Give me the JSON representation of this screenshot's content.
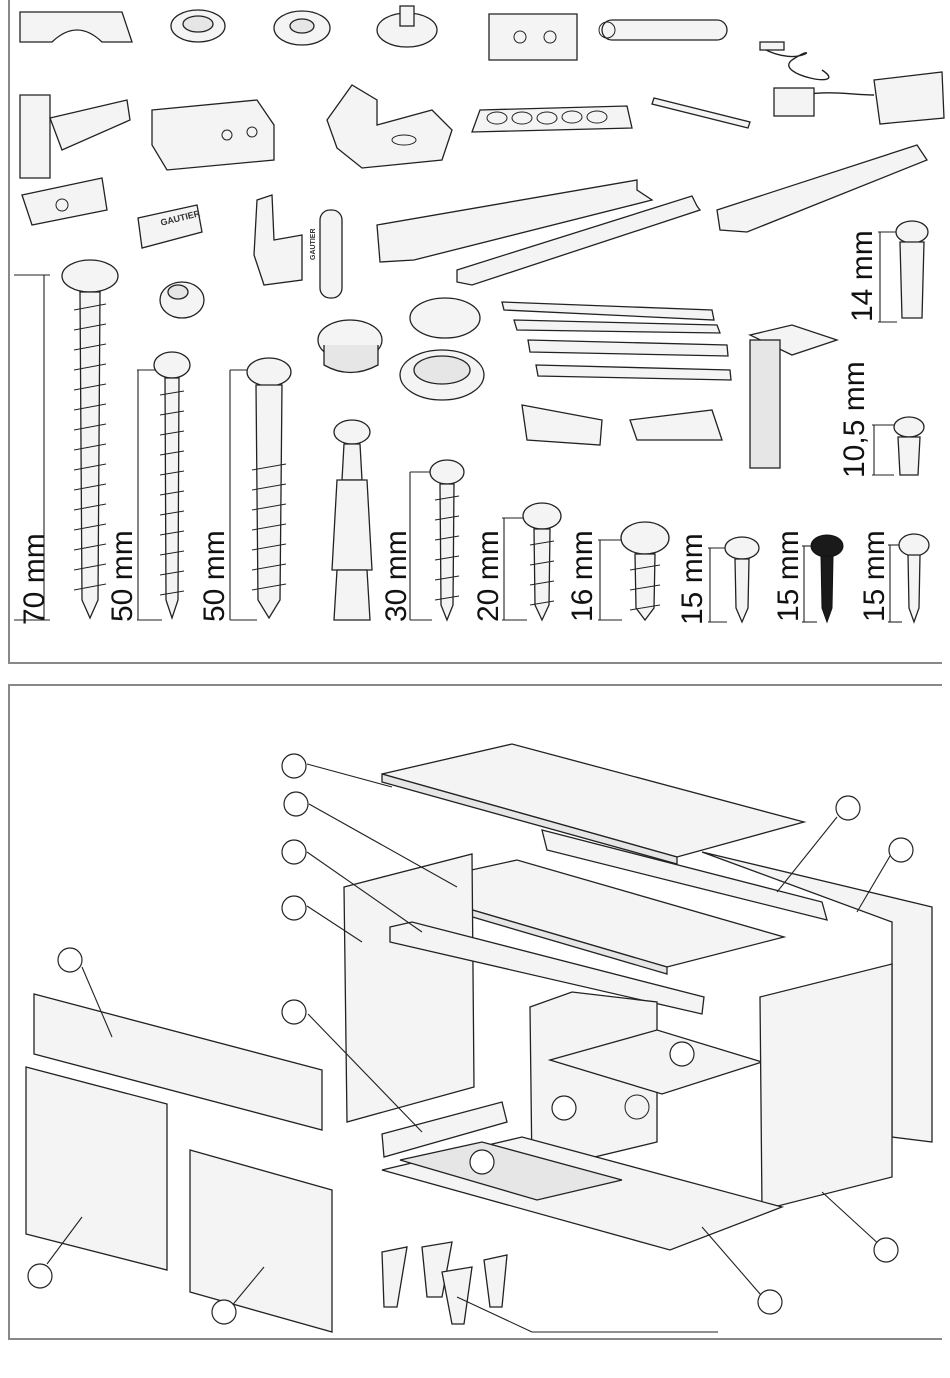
{
  "hardware": {
    "brand_text": "GAUTIER",
    "screw_lengths": [
      {
        "id": "screw-70",
        "label": "70 mm"
      },
      {
        "id": "screw-50a",
        "label": "50 mm"
      },
      {
        "id": "screw-50b",
        "label": "50 mm"
      },
      {
        "id": "screw-30",
        "label": "30 mm"
      },
      {
        "id": "screw-20",
        "label": "20 mm"
      },
      {
        "id": "screw-16",
        "label": "16 mm"
      },
      {
        "id": "screw-15a",
        "label": "15 mm"
      },
      {
        "id": "screw-15b",
        "label": "15 mm"
      },
      {
        "id": "screw-15c",
        "label": "15 mm"
      },
      {
        "id": "dowel-14",
        "label": "14 mm"
      },
      {
        "id": "dowel-10",
        "label": "10,5 mm"
      }
    ]
  }
}
